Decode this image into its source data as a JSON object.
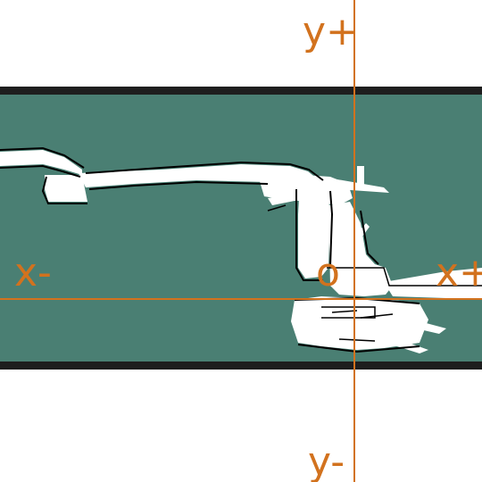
{
  "map": {
    "background_color": "#4a7f73",
    "border_color": "#1e1e1e",
    "free_space_color": "#ffffff",
    "obstacle_color": "#000000"
  },
  "axes": {
    "color": "#d2721e",
    "labels": {
      "y_plus": "y+",
      "y_minus": "y-",
      "x_plus": "x+",
      "x_minus": "x-",
      "origin": "o"
    }
  }
}
